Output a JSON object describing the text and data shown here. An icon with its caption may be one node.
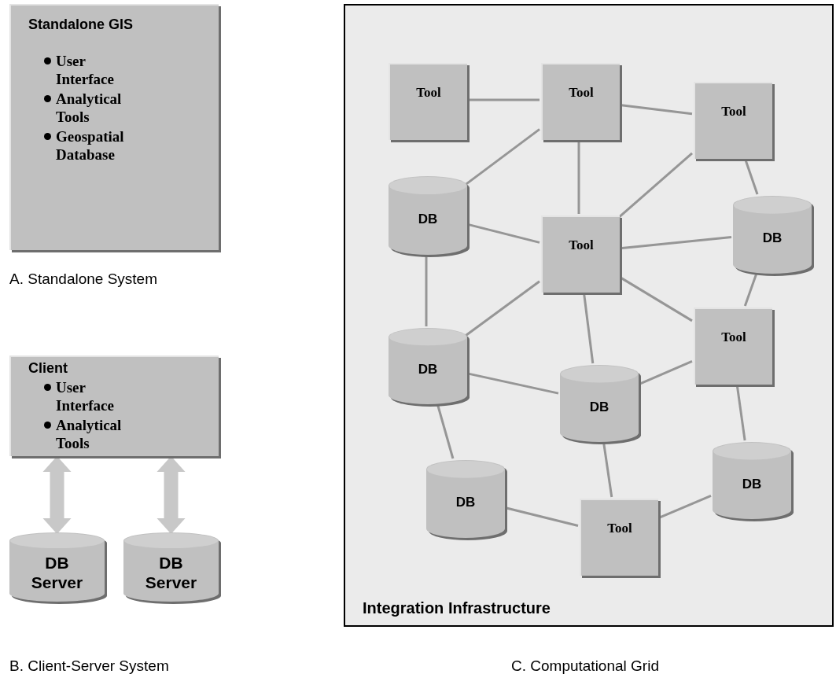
{
  "diagram": {
    "nodes": [
      {
        "text": [
          "Standalone GIS",
          "User Interface",
          "Analytical Tools",
          "Geospatial Database"
        ]
      },
      {
        "text": [
          "Client",
          "User Interface",
          "Analytical Tools"
        ]
      },
      {
        "text": [
          "DB Server"
        ]
      },
      {
        "text": [
          "DB Server"
        ]
      },
      {
        "text": [
          "Integration Infrastructure"
        ]
      },
      {
        "text": [
          "Tool"
        ],
        "in": 4
      },
      {
        "text": [
          "Tool"
        ],
        "in": 4
      },
      {
        "text": [
          "Tool"
        ],
        "in": 4
      },
      {
        "text": [
          "DB"
        ],
        "in": 4
      },
      {
        "text": [
          "Tool"
        ],
        "in": 4
      },
      {
        "text": [
          "DB"
        ],
        "in": 4
      },
      {
        "text": [
          "DB"
        ],
        "in": 4
      },
      {
        "text": [
          "Tool"
        ],
        "in": 4
      },
      {
        "text": [
          "DB"
        ],
        "in": 4
      },
      {
        "text": [
          "DB"
        ],
        "in": 4
      },
      {
        "text": [
          "DB"
        ],
        "in": 4
      },
      {
        "text": [
          "Tool"
        ],
        "in": 4
      }
    ],
    "edges": [
      {
        "from": 1,
        "to": 2,
        "arrow": "both",
        "style": "thick",
        "color": "#c8c8c8"
      },
      {
        "from": 1,
        "to": 3,
        "arrow": "both",
        "style": "thick",
        "color": "#c8c8c8"
      },
      {
        "from": 5,
        "to": 6,
        "arrow": "none"
      },
      {
        "from": 6,
        "to": 7,
        "arrow": "none"
      },
      {
        "from": 6,
        "to": 8,
        "arrow": "none"
      },
      {
        "from": 6,
        "to": 9,
        "arrow": "none"
      },
      {
        "from": 7,
        "to": 9,
        "arrow": "none"
      },
      {
        "from": 7,
        "to": 10,
        "arrow": "none"
      },
      {
        "from": 8,
        "to": 9,
        "arrow": "none"
      },
      {
        "from": 8,
        "to": 11,
        "arrow": "none"
      },
      {
        "from": 9,
        "to": 10,
        "arrow": "none"
      },
      {
        "from": 9,
        "to": 11,
        "arrow": "none"
      },
      {
        "from": 9,
        "to": 12,
        "arrow": "none"
      },
      {
        "from": 9,
        "to": 13,
        "arrow": "none"
      },
      {
        "from": 10,
        "to": 12,
        "arrow": "none"
      },
      {
        "from": 11,
        "to": 13,
        "arrow": "none"
      },
      {
        "from": 11,
        "to": 14,
        "arrow": "none"
      },
      {
        "from": 12,
        "to": 13,
        "arrow": "none"
      },
      {
        "from": 12,
        "to": 15,
        "arrow": "none"
      },
      {
        "from": 13,
        "to": 16,
        "arrow": "none"
      },
      {
        "from": 14,
        "to": 16,
        "arrow": "none"
      },
      {
        "from": 16,
        "to": 15,
        "arrow": "none"
      }
    ],
    "labels": [
      "A. Standalone System",
      "B. Client-Server System",
      "C. Computational Grid"
    ]
  }
}
